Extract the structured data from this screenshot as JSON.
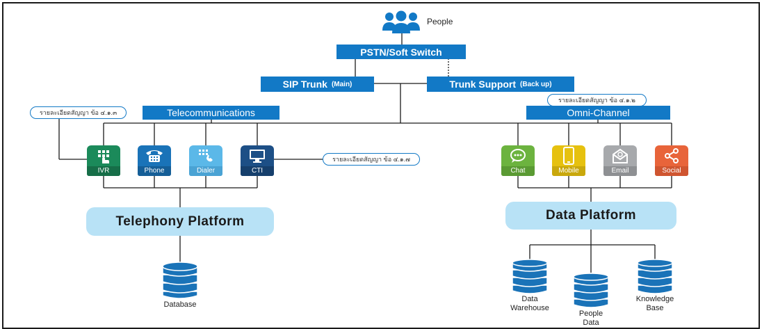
{
  "top": {
    "people_label": "People"
  },
  "switch": {
    "label": "PSTN/Soft Switch"
  },
  "trunks": {
    "sip": {
      "label": "SIP Trunk",
      "sub": "(Main)"
    },
    "support": {
      "label": "Trunk Support",
      "sub": "(Back up)"
    }
  },
  "notes": {
    "telecom": "รายละเอียดสัญญา ข้อ ๔.๑.๓",
    "cti": "รายละเอียดสัญญา ข้อ ๔.๑.๗",
    "omni": "รายละเอียดสัญญา ข้อ ๔.๑.๒"
  },
  "groups": {
    "telecom": "Telecommunications",
    "omni": "Omni-Channel"
  },
  "telecom_tiles": [
    {
      "label": "IVR",
      "icon": "ivr-keypad-icon",
      "color": "#1b8a5a"
    },
    {
      "label": "Phone",
      "icon": "phone-icon",
      "color": "#1a73b8"
    },
    {
      "label": "Dialer",
      "icon": "dialer-icon",
      "color": "#5bb8e8"
    },
    {
      "label": "CTI",
      "icon": "monitor-icon",
      "color": "#1d4f86"
    }
  ],
  "omni_tiles": [
    {
      "label": "Chat",
      "icon": "chat-icon",
      "color": "#6cb33f"
    },
    {
      "label": "Mobile",
      "icon": "mobile-icon",
      "color": "#e6c10f"
    },
    {
      "label": "Email",
      "icon": "email-icon",
      "color": "#a7a9ac"
    },
    {
      "label": "Social",
      "icon": "share-icon",
      "color": "#e8643a"
    }
  ],
  "platforms": {
    "telephony": "Telephony Platform",
    "data": "Data Platform"
  },
  "databases": {
    "telephony": "Database",
    "warehouse": "Data\nWarehouse",
    "people": "People\nData",
    "knowledge": "Knowledge\nBase"
  },
  "colors": {
    "accent": "#1279c6",
    "platform": "#b8e2f6",
    "db": "#1a73b8"
  }
}
